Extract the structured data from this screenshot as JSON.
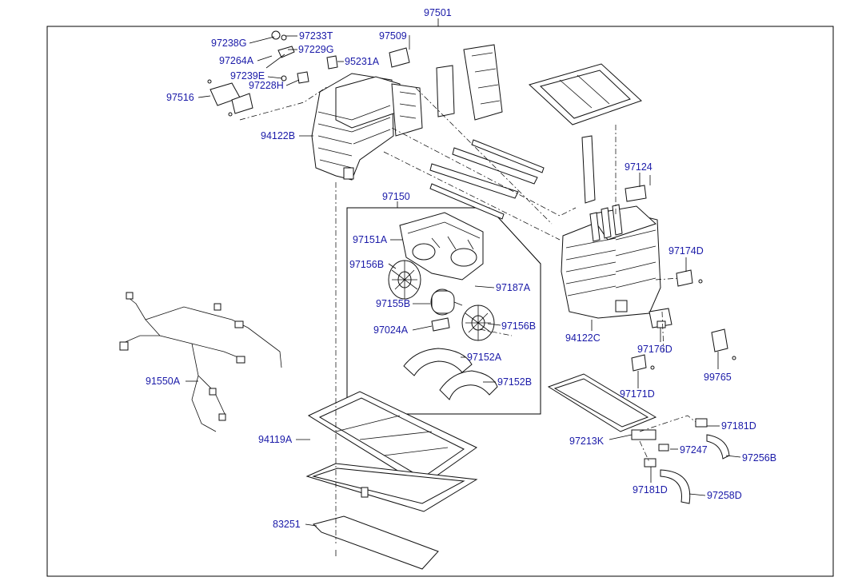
{
  "assembly_label": "97501",
  "parts": {
    "p97238G": "97238G",
    "p97233T": "97233T",
    "p97264A": "97264A",
    "p97229G": "97229G",
    "p97239E": "97239E",
    "p97228H": "97228H",
    "p97516": "97516",
    "p97509": "97509",
    "p95231A": "95231A",
    "p94122B": "94122B",
    "p97150": "97150",
    "p97151A": "97151A",
    "p97156B_left": "97156B",
    "p97187A": "97187A",
    "p97155B": "97155B",
    "p97156B_right": "97156B",
    "p97024A": "97024A",
    "p97152A": "97152A",
    "p97152B": "97152B",
    "p97124": "97124",
    "p97174D": "97174D",
    "p94122C": "94122C",
    "p97176D": "97176D",
    "p99765": "99765",
    "p97171D": "97171D",
    "p91550A": "91550A",
    "p94119A": "94119A",
    "p97213K": "97213K",
    "p97181D_top": "97181D",
    "p97247": "97247",
    "p97256B": "97256B",
    "p97181D_bottom": "97181D",
    "p97258D": "97258D",
    "p83251": "83251"
  }
}
